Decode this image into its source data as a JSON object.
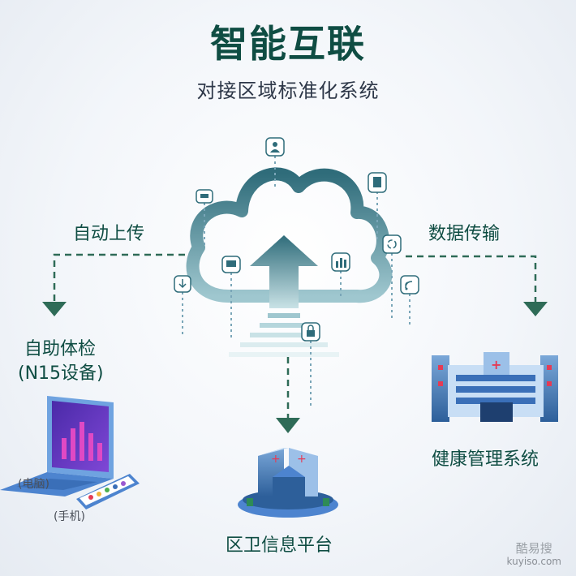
{
  "title": "智能互联",
  "subtitle": "对接区域标准化系统",
  "left_arrow_label": "自动上传",
  "right_arrow_label": "数据传输",
  "left_node": {
    "line1": "自助体检",
    "line2": "(N15设备)"
  },
  "device_labels": {
    "computer": "(电脑)",
    "phone": "(手机)"
  },
  "bottom_node": "区卫信息平台",
  "right_node": "健康管理系统",
  "watermark": {
    "cn": "酷易搜",
    "url": "kuyiso.com"
  },
  "colors": {
    "title": "#0f4d43",
    "arrow": "#2e6b57",
    "cloud_gradient_start": "#2f6c7a",
    "cloud_gradient_end": "#9fc7cf"
  }
}
